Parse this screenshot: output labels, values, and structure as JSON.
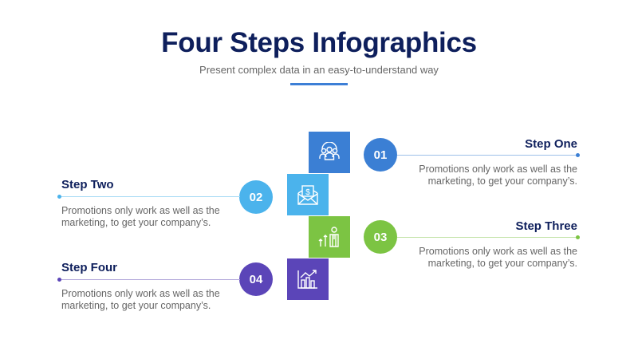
{
  "header": {
    "title": "Four Steps Infographics",
    "subtitle": "Present complex data in an easy-to-understand way"
  },
  "colors": {
    "title": "#0e1f5c",
    "step1": "#3b7fd4",
    "step2": "#4bb3ec",
    "step3": "#7cc443",
    "step4": "#5b45b8"
  },
  "steps": [
    {
      "number": "01",
      "title": "Step One",
      "description": "Promotions only work as well as the marketing, to get your company’s.",
      "icon": "team-icon"
    },
    {
      "number": "02",
      "title": "Step Two",
      "description": "Promotions only work as well as the marketing, to get your company’s.",
      "icon": "money-envelope-icon"
    },
    {
      "number": "03",
      "title": "Step Three",
      "description": "Promotions only work as well as the marketing, to get your company’s.",
      "icon": "person-growth-icon"
    },
    {
      "number": "04",
      "title": "Step Four",
      "description": "Promotions only work as well as the marketing, to get your company’s.",
      "icon": "bar-chart-growth-icon"
    }
  ]
}
